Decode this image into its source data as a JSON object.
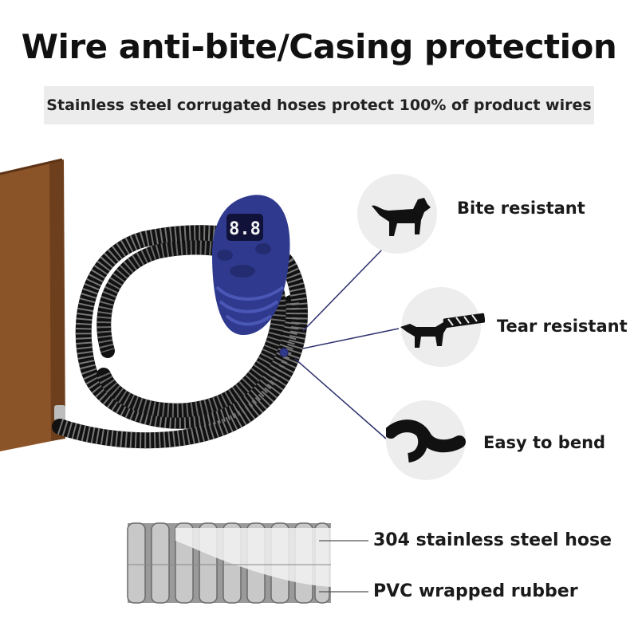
{
  "header": {
    "title": "Wire anti-bite/Casing protection",
    "subtitle": "Stainless steel corrugated hoses protect 100% of product wires"
  },
  "controller": {
    "display": "8.8"
  },
  "features": [
    {
      "label": "Bite resistant",
      "icon": "dog-icon"
    },
    {
      "label": "Tear resistant",
      "icon": "dog-pulling-rope-icon"
    },
    {
      "label": "Easy to bend",
      "icon": "bent-hose-icon"
    }
  ],
  "hose_diagram": {
    "outer_label": "304 stainless steel hose",
    "inner_label": "PVC wrapped rubber"
  },
  "colors": {
    "pad_brown": "#8b5328",
    "controller_blue": "#2f3a8f",
    "hose_dark": "#1e1e1e",
    "icon_bg": "#ededed",
    "leader_line": "#2b2f6b"
  }
}
